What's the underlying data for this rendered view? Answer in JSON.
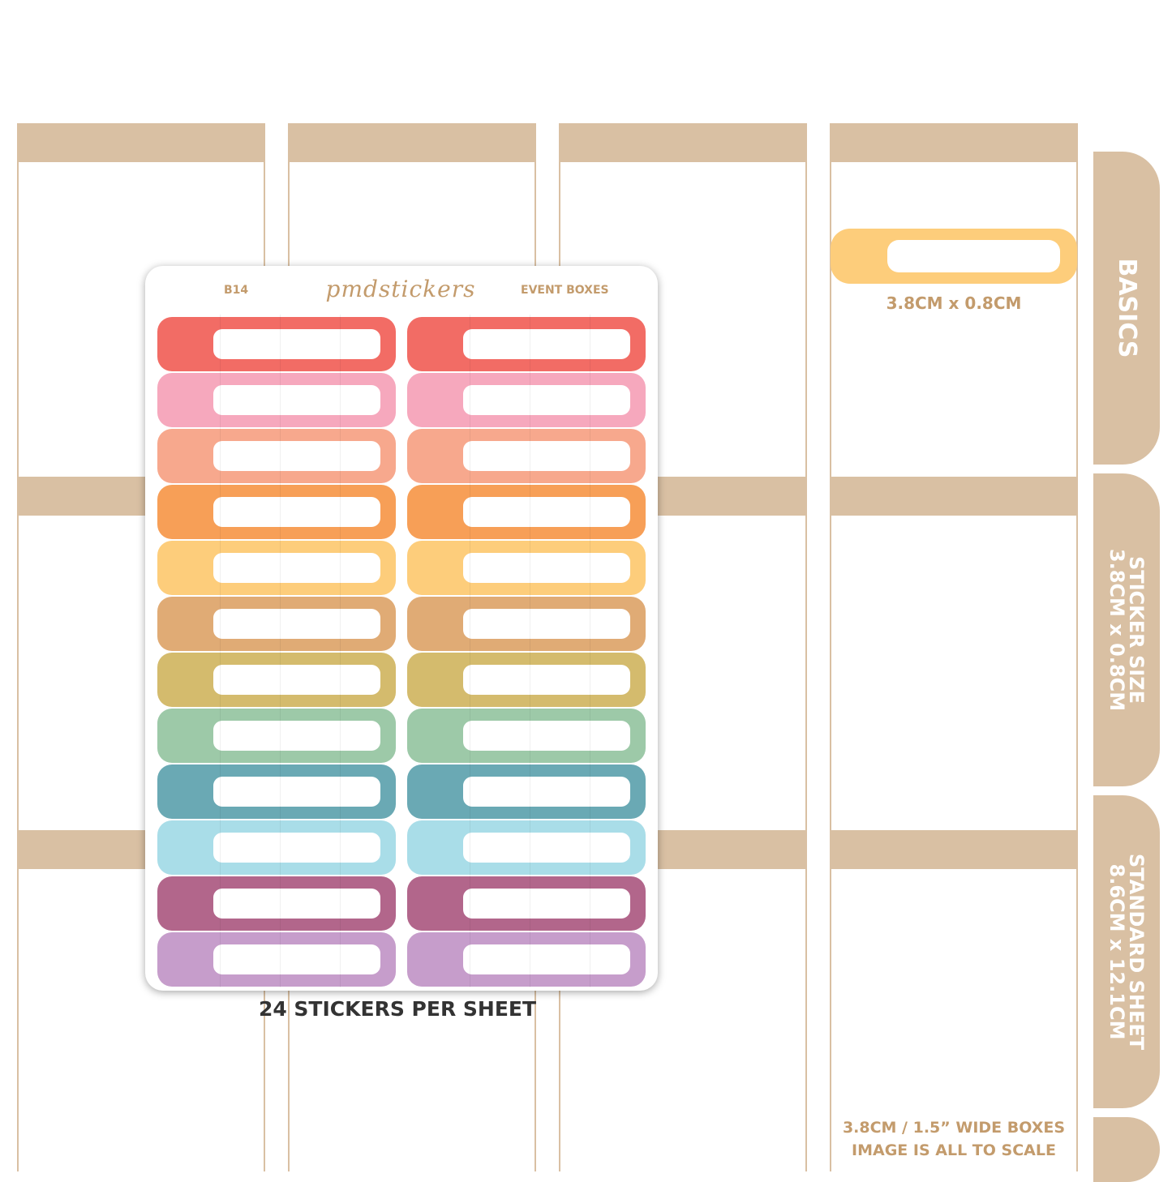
{
  "sheet": {
    "code": "B14",
    "brand": "pmdstickers",
    "name": "EVENT BOXES",
    "rows": [
      {
        "color": "#f26c65"
      },
      {
        "color": "#f6a8bd"
      },
      {
        "color": "#f7a88d"
      },
      {
        "color": "#f79f57"
      },
      {
        "color": "#fdcd7b"
      },
      {
        "color": "#e0ab75"
      },
      {
        "color": "#d4bb6d"
      },
      {
        "color": "#9dc9a8"
      },
      {
        "color": "#6aa9b4"
      },
      {
        "color": "#a9dde8"
      },
      {
        "color": "#b2668b"
      },
      {
        "color": "#c69dcb"
      }
    ]
  },
  "footer": {
    "stickers_per_sheet": "24 STICKERS PER SHEET"
  },
  "sample": {
    "size_label": "3.8CM x 0.8CM",
    "color": "#fdcd7b"
  },
  "side_tabs": [
    {
      "line1": "BASICS",
      "line2": ""
    },
    {
      "line1": "STICKER SIZE",
      "line2": "3.8CM x 0.8CM"
    },
    {
      "line1": "STANDARD SHEET",
      "line2": "8.6CM x 12.1CM"
    }
  ],
  "notes": {
    "line1": "3.8CM / 1.5” WIDE BOXES",
    "line2": "IMAGE IS ALL TO SCALE"
  },
  "colors": {
    "tan": "#d9c0a3",
    "label": "#c39b6c"
  }
}
